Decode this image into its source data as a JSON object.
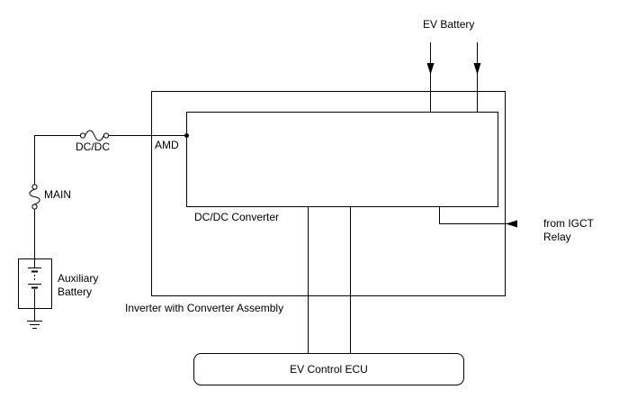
{
  "labels": {
    "ev_battery": "EV Battery",
    "dcdc_fuse": "DC/DC",
    "amd": "AMD",
    "main_fuse": "MAIN",
    "aux_battery_line1": "Auxiliary",
    "aux_battery_line2": "Battery",
    "dcdc_converter": "DC/DC Converter",
    "igct_line1": "from IGCT",
    "igct_line2": "Relay",
    "inverter_assembly": "Inverter with Converter Assembly",
    "ecu": "EV Control ECU"
  },
  "icons": {
    "fuse": "fuse-icon",
    "battery": "battery-icon",
    "ground": "ground-icon",
    "arrow": "arrow-icon"
  }
}
